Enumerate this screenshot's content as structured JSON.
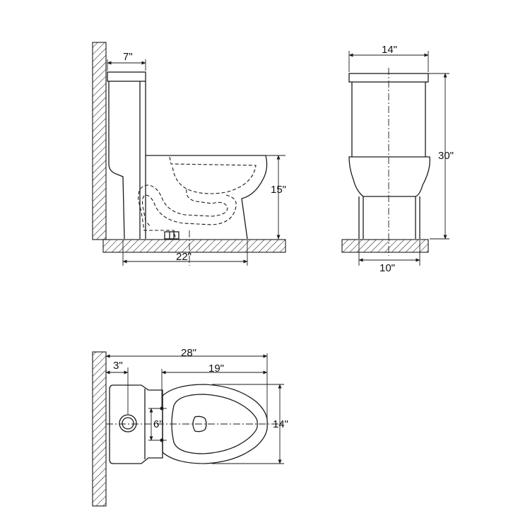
{
  "side_view": {
    "dims": {
      "tank_depth": "7\"",
      "rough_in": "22\"",
      "seat_height": "15\""
    }
  },
  "front_view": {
    "dims": {
      "width": "14\"",
      "height": "30\"",
      "base_width": "10\""
    }
  },
  "top_view": {
    "dims": {
      "overall_length": "28\"",
      "wall_offset": "3\"",
      "bowl_length": "19\"",
      "bolt_spacing": "6\"",
      "width": "14\""
    }
  }
}
